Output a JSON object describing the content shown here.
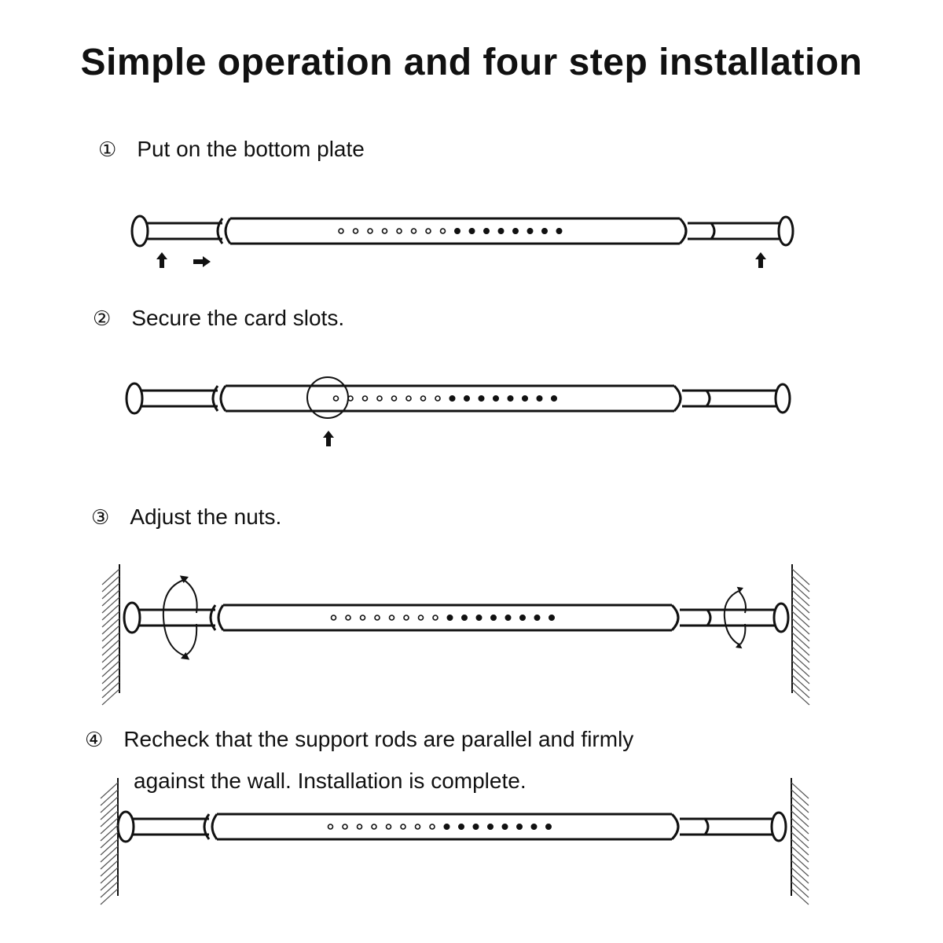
{
  "title": "Simple operation and four step installation",
  "steps": [
    {
      "number": "①",
      "text": "Put on the bottom plate"
    },
    {
      "number": "②",
      "text": "Secure the card slots."
    },
    {
      "number": "③",
      "text": "Adjust the nuts."
    },
    {
      "number": "④",
      "text": "Recheck that the support rods are parallel and firmly",
      "text_line2": "against the wall. Installation is complete."
    }
  ],
  "icons": [
    "up-arrow-icon",
    "right-arrow-icon",
    "rotate-arrow-icon",
    "wall-hatch-icon"
  ],
  "colors": {
    "line": "#111111",
    "background": "#ffffff"
  }
}
